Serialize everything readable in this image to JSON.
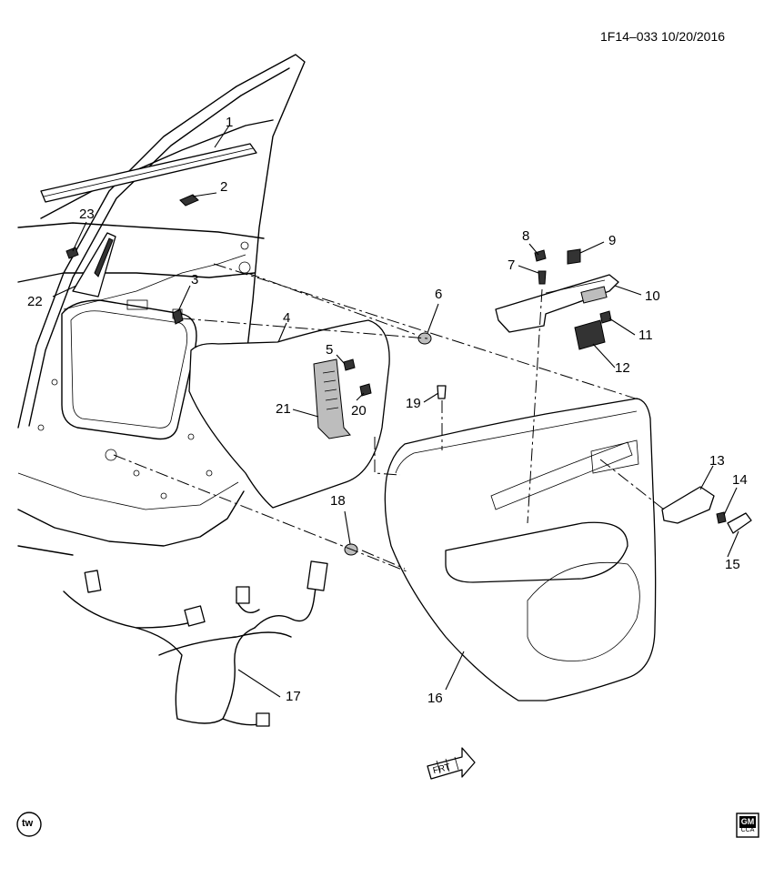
{
  "header": {
    "reference": "1F14–033  10/20/2016"
  },
  "callouts": {
    "c1": "1",
    "c2": "2",
    "c3": "3",
    "c4": "4",
    "c5": "5",
    "c6": "6",
    "c7": "7",
    "c8": "8",
    "c9": "9",
    "c10": "10",
    "c11": "11",
    "c12": "12",
    "c13": "13",
    "c14": "14",
    "c15": "15",
    "c16": "16",
    "c17": "17",
    "c18": "18",
    "c19": "19",
    "c20": "20",
    "c21": "21",
    "c22": "22",
    "c23": "23"
  },
  "direction_arrow": {
    "label": "FRT"
  },
  "footer": {
    "badge_left": "tw",
    "logo_top": "GM",
    "logo_bottom": "CCA"
  }
}
